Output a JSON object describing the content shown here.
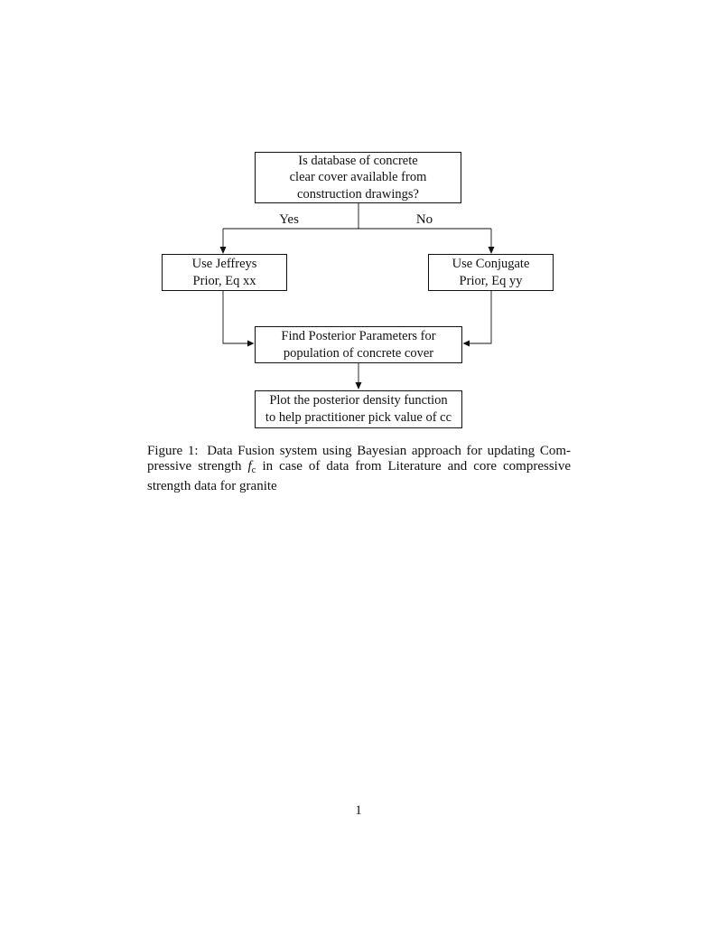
{
  "document": {
    "page_number": "1"
  },
  "flowchart": {
    "nodes": [
      {
        "id": "start",
        "lines": [
          "Is database of concrete",
          "clear cover available from",
          "construction drawings?"
        ]
      },
      {
        "id": "jeffreys-prior",
        "lines": [
          "Use Jeffreys",
          "Prior, Eq xx"
        ]
      },
      {
        "id": "conjugate-prior",
        "lines": [
          "Use Conjugate",
          "Prior, Eq yy"
        ]
      },
      {
        "id": "find-posterior",
        "lines": [
          "Find Posterior Parameters for",
          "population of concrete cover"
        ]
      },
      {
        "id": "plot-density",
        "lines": [
          "Plot the posterior density function",
          "to help practitioner pick value of cc"
        ]
      }
    ],
    "edge_labels": {
      "yes": "Yes",
      "no": "No"
    }
  },
  "caption": {
    "label": "Figure 1:",
    "line1_rest": "Data Fusion system using Bayesian approach for updating Com-",
    "line2_before": "pressive strength",
    "math_var": "f",
    "math_sub": "c",
    "line2_after": "in case of data from Literature and core compressive",
    "line3": "strength data for granite"
  },
  "colors": {
    "ink": "#111111",
    "background": "#ffffff"
  }
}
